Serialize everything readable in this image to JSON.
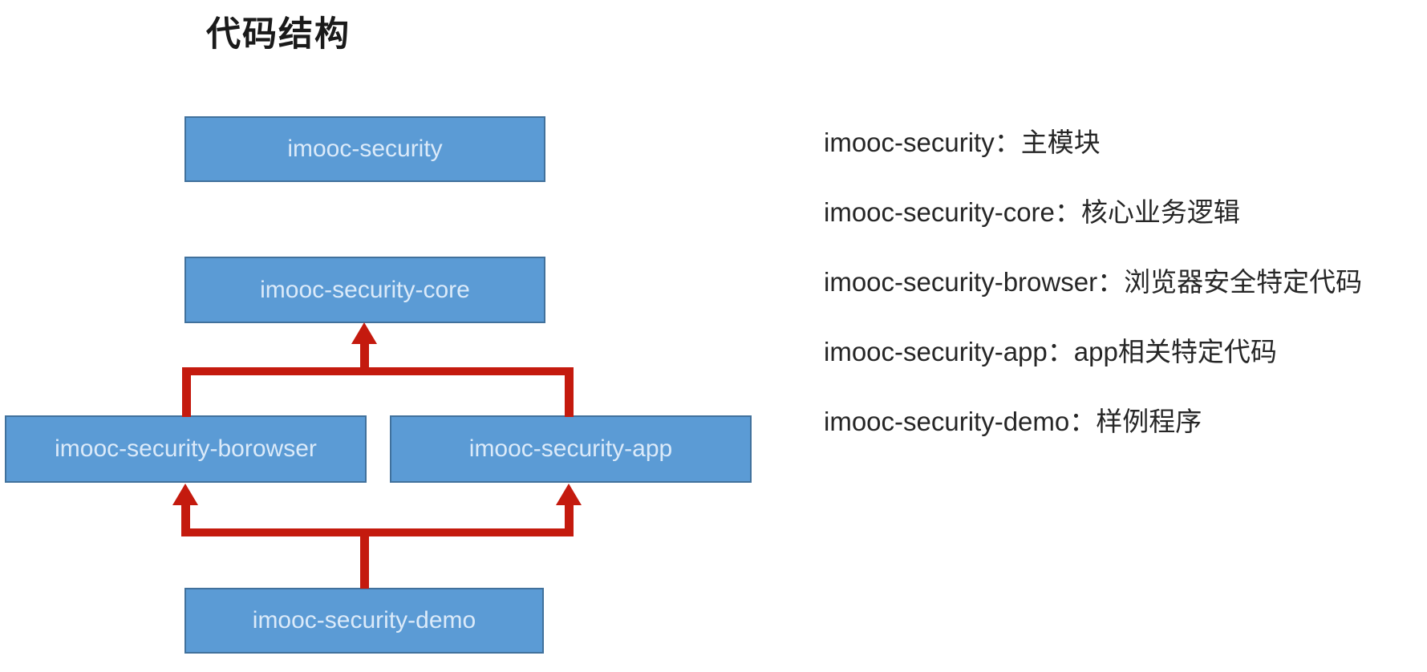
{
  "title": "代码结构",
  "diagram": {
    "boxes": [
      {
        "id": "root",
        "label": "imooc-security"
      },
      {
        "id": "core",
        "label": "imooc-security-core"
      },
      {
        "id": "browser",
        "label": "imooc-security-borowser"
      },
      {
        "id": "app",
        "label": "imooc-security-app"
      },
      {
        "id": "demo",
        "label": "imooc-security-demo"
      }
    ],
    "arrows": [
      {
        "from": "imooc-security-borowser",
        "to": "imooc-security-core"
      },
      {
        "from": "imooc-security-app",
        "to": "imooc-security-core"
      },
      {
        "from": "imooc-security-demo",
        "to": "imooc-security-borowser"
      },
      {
        "from": "imooc-security-demo",
        "to": "imooc-security-app"
      }
    ]
  },
  "legend": {
    "items": [
      "imooc-security：主模块",
      "imooc-security-core：核心业务逻辑",
      "imooc-security-browser：浏览器安全特定代码",
      "imooc-security-app：app相关特定代码",
      "imooc-security-demo：样例程序"
    ]
  },
  "colors": {
    "box_fill": "#5b9bd5",
    "box_border": "#41719c",
    "box_text": "#dbeaf9",
    "arrow": "#c41a0e",
    "title_text": "#1a1a1a",
    "legend_text": "#262626",
    "background": "#ffffff"
  }
}
